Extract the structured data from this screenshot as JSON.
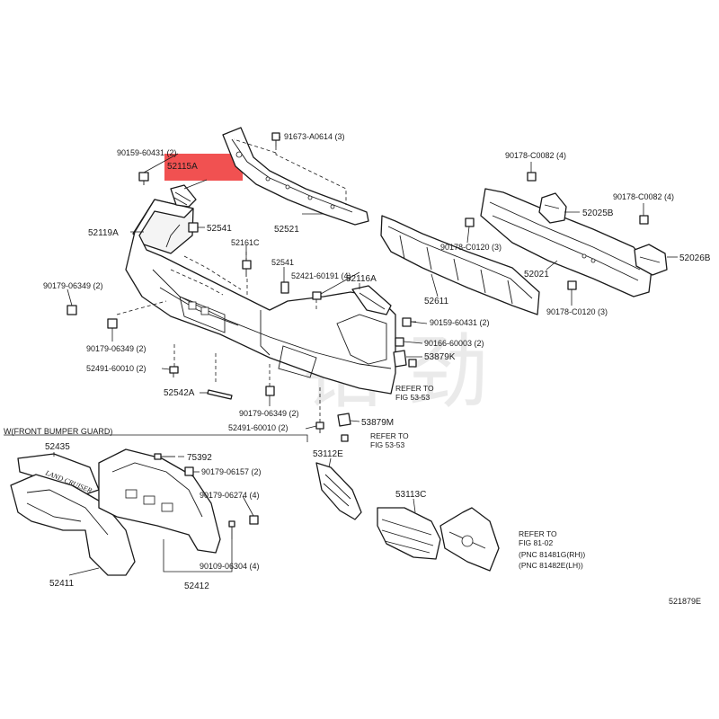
{
  "labels": {
    "p_90159_60431_top": "90159-60431 (2)",
    "p_52115A": "52115A",
    "p_91673_A0614": "91673-A0614 (3)",
    "p_52119A": "52119A",
    "p_52541_a": "52541",
    "p_52161C": "52161C",
    "p_52521": "52521",
    "p_52541_b": "52541",
    "p_52421_60191": "52421-60191 (4)",
    "p_90179_06349_left": "90179-06349 (2)",
    "p_90179_06349_mid": "90179-06349 (2)",
    "p_52491_60010_left": "52491-60010 (2)",
    "p_52542A": "52542A",
    "p_90179_06349_bot": "90179-06349 (2)",
    "p_52491_60010_bot": "52491-60010 (2)",
    "p_52116A": "52116A",
    "p_90159_60431_right": "90159-60431 (2)",
    "p_90166_60003": "90166-60003 (2)",
    "p_53879K": "53879K",
    "refer_53_53_a_1": "REFER TO",
    "refer_53_53_a_2": "FIG 53-53",
    "p_53879M": "53879M",
    "refer_53_53_b_1": "REFER TO",
    "refer_53_53_b_2": "FIG 53-53",
    "p_52611": "52611",
    "p_90178_C0120_a": "90178-C0120 (3)",
    "p_90178_C0082_top": "90178-C0082 (4)",
    "p_52025B": "52025B",
    "p_90178_C0082_right": "90178-C0082 (4)",
    "p_52021": "52021",
    "p_52026B": "52026B",
    "p_90178_C0120_b": "90178-C0120 (3)",
    "guard_title": "W(FRONT BUMPER GUARD)",
    "p_52435": "52435",
    "p_75392": "75392",
    "p_90179_06157": "90179-06157 (2)",
    "p_90179_06274": "90179-06274 (4)",
    "p_90109_06304": "90109-06304 (4)",
    "p_52411": "52411",
    "p_52412": "52412",
    "p_53112E": "53112E",
    "p_53113C": "53113C",
    "refer_81_02_1": "REFER TO",
    "refer_81_02_2": "FIG 81-02",
    "refer_81_02_3": "(PNC 81481G(RH))",
    "refer_81_02_4": "(PNC 81482E(LH))",
    "diagram_code": "521879E",
    "emblem_text": "LAND CRUISER",
    "watermark": "铂 劲"
  },
  "colors": {
    "highlight": "#ee3333",
    "line": "#1a1a1a",
    "watermark": "#d8d8d8"
  },
  "highlighted_part": "52115A"
}
